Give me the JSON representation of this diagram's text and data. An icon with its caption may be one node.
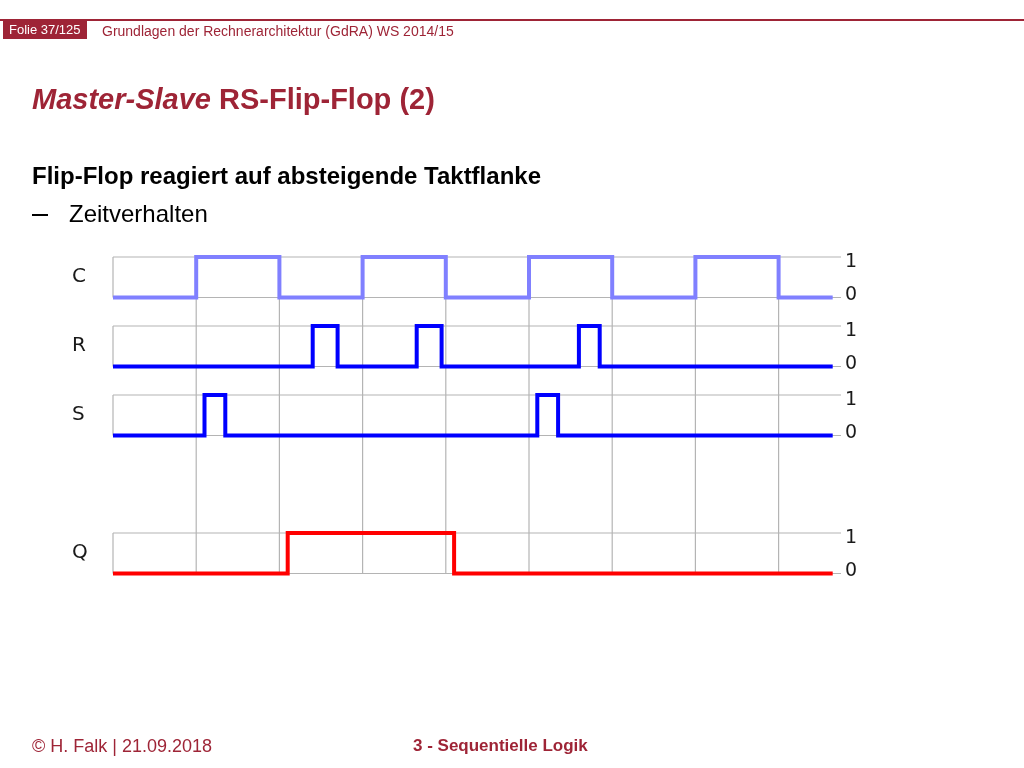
{
  "diagram": {
    "title": "*Master-Slave* RS-Flip-Flop (2)",
    "labels": [
      "Folie 37/125",
      "Grundlagen der Rechnerarchitektur (GdRA) WS 2014/15",
      "Flip-Flop reagiert auf absteigende Taktflanke",
      "Zeitverhalten",
      "C",
      "1",
      "0",
      "R",
      "1",
      "0",
      "S",
      "1",
      "0",
      "Q",
      "1",
      "0",
      "© H. Falk | 21.09.2018",
      "3 - Sequentielle Logik"
    ]
  }
}
